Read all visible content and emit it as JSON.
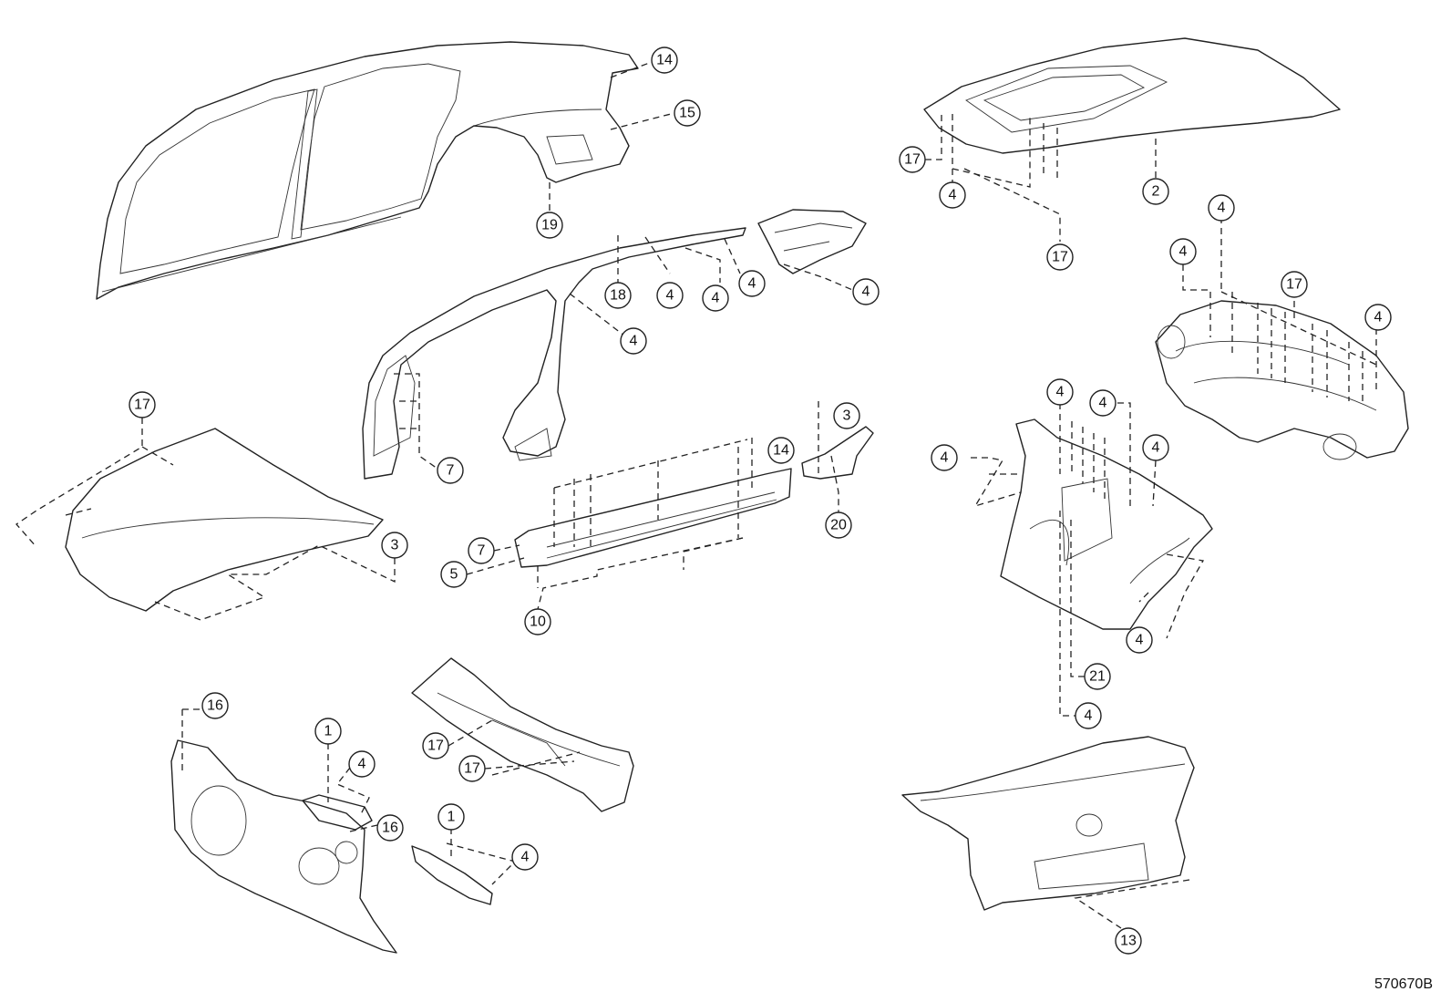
{
  "diagram": {
    "code": "570670B",
    "callouts": [
      {
        "id": "c-14a",
        "label": "14"
      },
      {
        "id": "c-15",
        "label": "15"
      },
      {
        "id": "c-19",
        "label": "19"
      },
      {
        "id": "c-17a",
        "label": "17"
      },
      {
        "id": "c-4a",
        "label": "4"
      },
      {
        "id": "c-2",
        "label": "2"
      },
      {
        "id": "c-17b",
        "label": "17"
      },
      {
        "id": "c-18",
        "label": "18"
      },
      {
        "id": "c-4b",
        "label": "4"
      },
      {
        "id": "c-4c",
        "label": "4"
      },
      {
        "id": "c-4d",
        "label": "4"
      },
      {
        "id": "c-4e",
        "label": "4"
      },
      {
        "id": "c-4f",
        "label": "4"
      },
      {
        "id": "c-4g",
        "label": "4"
      },
      {
        "id": "c-4h",
        "label": "4"
      },
      {
        "id": "c-17c",
        "label": "17"
      },
      {
        "id": "c-4i",
        "label": "4"
      },
      {
        "id": "c-17d",
        "label": "17"
      },
      {
        "id": "c-3a",
        "label": "3"
      },
      {
        "id": "c-3b",
        "label": "3"
      },
      {
        "id": "c-14b",
        "label": "14"
      },
      {
        "id": "c-20",
        "label": "20"
      },
      {
        "id": "c-7a",
        "label": "7"
      },
      {
        "id": "c-5",
        "label": "5"
      },
      {
        "id": "c-10",
        "label": "10"
      },
      {
        "id": "c-7b",
        "label": "7"
      },
      {
        "id": "c-4j",
        "label": "4"
      },
      {
        "id": "c-4k",
        "label": "4"
      },
      {
        "id": "c-4l",
        "label": "4"
      },
      {
        "id": "c-4m",
        "label": "4"
      },
      {
        "id": "c-4n",
        "label": "4"
      },
      {
        "id": "c-21",
        "label": "21"
      },
      {
        "id": "c-4o",
        "label": "4"
      },
      {
        "id": "c-16a",
        "label": "16"
      },
      {
        "id": "c-1a",
        "label": "1"
      },
      {
        "id": "c-4p",
        "label": "4"
      },
      {
        "id": "c-17e",
        "label": "17"
      },
      {
        "id": "c-17f",
        "label": "17"
      },
      {
        "id": "c-16b",
        "label": "16"
      },
      {
        "id": "c-1b",
        "label": "1"
      },
      {
        "id": "c-4q",
        "label": "4"
      },
      {
        "id": "c-13",
        "label": "13"
      }
    ]
  }
}
